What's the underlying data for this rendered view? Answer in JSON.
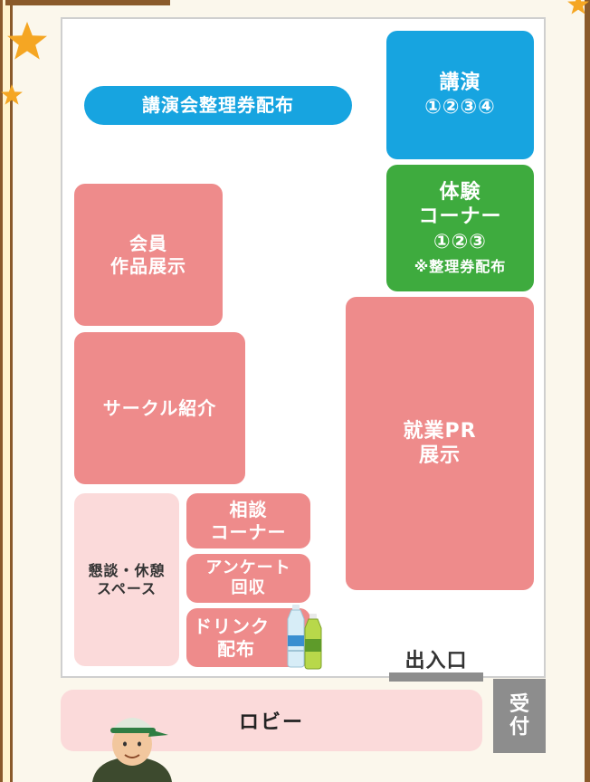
{
  "colors": {
    "pink": "#ee8b8b",
    "light_pink": "#fbdada",
    "blue": "#17a4e0",
    "green": "#3eab3e",
    "gray": "#8d8d8d",
    "frame": "#8a5a2b",
    "star": "#f5a623"
  },
  "areas": {
    "ticket_banner": "講演会整理券配布",
    "lecture": {
      "line1": "講演",
      "line2": "①②③④"
    },
    "experience": {
      "line1": "体験",
      "line2": "コーナー",
      "line3": "①②③",
      "note": "※整理券配布"
    },
    "member_works": {
      "line1": "会員",
      "line2": "作品展示"
    },
    "circle_intro": "サークル紹介",
    "employment_pr": {
      "line1": "就業PR",
      "line2": "展示"
    },
    "lounge": {
      "line1": "懇談・休憩",
      "line2": "スペース"
    },
    "consultation": {
      "line1": "相談",
      "line2": "コーナー"
    },
    "survey": {
      "line1": "アンケート",
      "line2": "回収"
    },
    "drinks": {
      "line1": "ドリンク",
      "line2": "配布"
    },
    "entrance": "出入口",
    "lobby": "ロビー",
    "reception": {
      "line1": "受",
      "line2": "付"
    }
  },
  "icons": [
    "star-icon",
    "water-bottle-icon",
    "tea-bottle-icon",
    "staff-person-icon"
  ]
}
